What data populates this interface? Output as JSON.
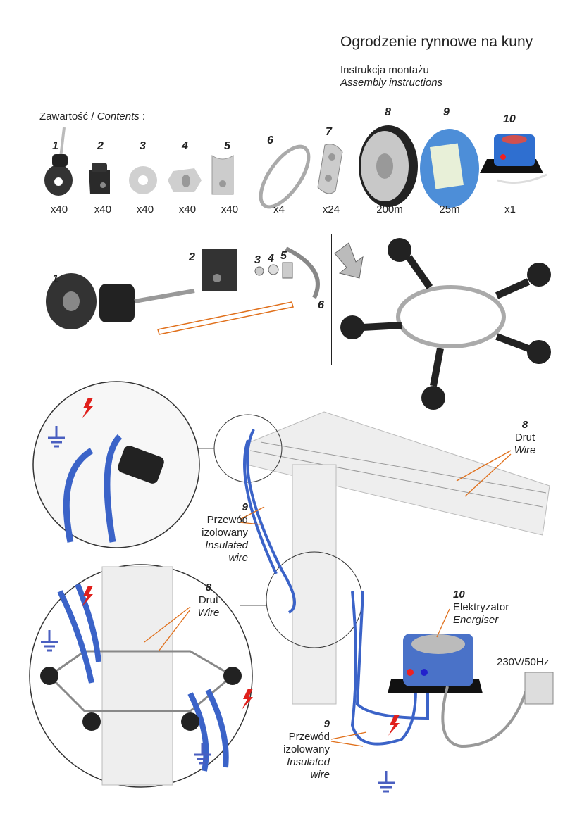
{
  "header": {
    "title": "Ogrodzenie rynnowe na kuny",
    "subtitle_pl": "Instrukcja montażu",
    "subtitle_en": "Assembly instructions"
  },
  "contents": {
    "label_pl": "Zawartość /",
    "label_en": "Contents",
    "label_colon": ":",
    "items": [
      {
        "num": "1",
        "qty": "x40"
      },
      {
        "num": "2",
        "qty": "x40"
      },
      {
        "num": "3",
        "qty": "x40"
      },
      {
        "num": "4",
        "qty": "x40"
      },
      {
        "num": "5",
        "qty": "x40"
      },
      {
        "num": "6",
        "qty": "x4"
      },
      {
        "num": "7",
        "qty": "x24"
      },
      {
        "num": "8",
        "qty": "200m"
      },
      {
        "num": "9",
        "qty": "25m"
      },
      {
        "num": "10",
        "qty": "x1"
      }
    ]
  },
  "assembly": {
    "nums": [
      "1",
      "2",
      "3",
      "4",
      "5",
      "6"
    ]
  },
  "diagram": {
    "wire_top": {
      "num": "8",
      "pl": "Drut",
      "en": "Wire"
    },
    "insulated_top": {
      "num": "9",
      "pl1": "Przewód",
      "pl2": "izolowany",
      "en1": "Insulated",
      "en2": "wire"
    },
    "wire_detail": {
      "num": "8",
      "pl": "Drut",
      "en": "Wire"
    },
    "energiser": {
      "num": "10",
      "pl": "Elektryzator",
      "en": "Energiser"
    },
    "power": "230V/50Hz",
    "insulated_bottom": {
      "num": "9",
      "pl1": "Przewód",
      "pl2": "izolowany",
      "en1": "Insulated",
      "en2": "wire"
    }
  },
  "colors": {
    "wire_blue": "#3b63c8",
    "leader_orange": "#e0701c",
    "bolt_red": "#e0201c",
    "ground_blue": "#4a5fc0"
  }
}
